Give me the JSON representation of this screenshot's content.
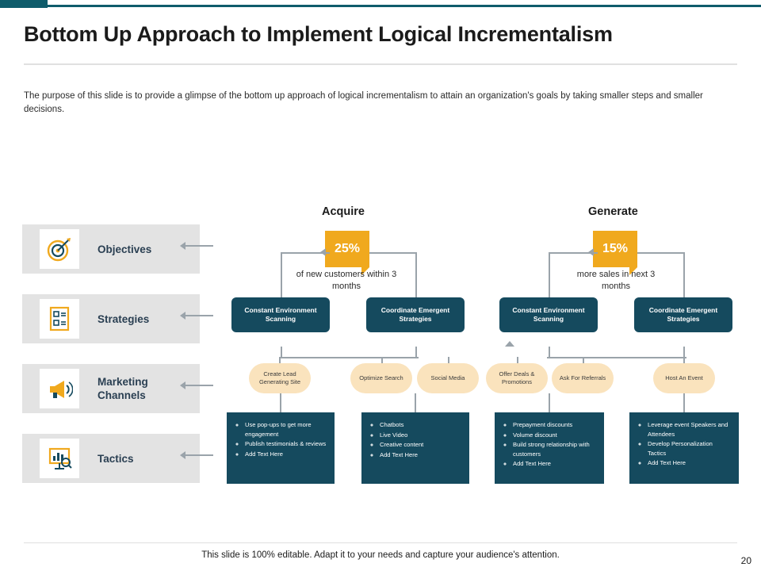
{
  "slide": {
    "title": "Bottom Up Approach to Implement Logical Incrementalism",
    "intro": "The purpose of this slide is to provide a glimpse of the bottom up approach of logical incrementalism to attain an organization's goals by taking smaller steps and smaller decisions.",
    "footer": "This slide is 100% editable. Adapt it to your needs and capture your audience's attention.",
    "page_number": "20",
    "accent_color": "#0f5c6b",
    "dark_color": "#154a5e",
    "badge_color": "#f0a91e",
    "pill_color": "#fae3bd"
  },
  "rail": {
    "items": [
      {
        "label": "Objectives",
        "icon": "target-dart-icon"
      },
      {
        "label": "Strategies",
        "icon": "plan-board-icon"
      },
      {
        "label": "Marketing Channels",
        "icon": "megaphone-icon"
      },
      {
        "label": "Tactics",
        "icon": "presentation-search-icon"
      }
    ]
  },
  "columns": [
    {
      "head": "Acquire",
      "badge": "25%",
      "caption": "of new customers within 3 months",
      "strategies": [
        "Constant Environment Scanning",
        "Coordinate Emergent Strategies"
      ],
      "channels": [
        "Create Lead Generating Site",
        "Optimize Search",
        "Social Media"
      ],
      "tactics": [
        {
          "bullets": [
            "Use pop-ups to get more engagement",
            "Publish testimonials & reviews",
            "Add Text Here"
          ]
        },
        {
          "bullets": [
            "Chatbots",
            "Live Video",
            "Creative content",
            "Add Text Here"
          ]
        }
      ]
    },
    {
      "head": "Generate",
      "badge": "15%",
      "caption": "more sales in next 3 months",
      "strategies": [
        "Constant Environment Scanning",
        "Coordinate Emergent Strategies"
      ],
      "channels": [
        "Offer Deals & Promotions",
        "Ask For Referrals",
        "Host An Event"
      ],
      "tactics": [
        {
          "bullets": [
            "Prepayment discounts",
            "Volume discount",
            "Build strong relationship with customers",
            "Add Text Here"
          ]
        },
        {
          "bullets": [
            "Leverage event Speakers and Attendees",
            "Develop Personalization Tactics",
            "Add Text Here"
          ]
        }
      ]
    }
  ]
}
